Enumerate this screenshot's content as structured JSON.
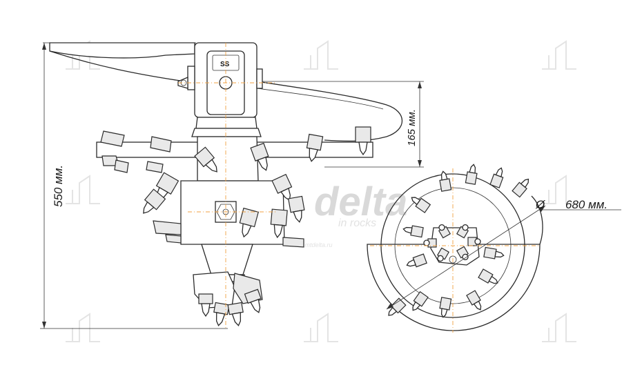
{
  "dimensions": {
    "height_total": "550 мм.",
    "height_top": "165 мм.",
    "diameter_symbol": "Ø",
    "diameter_value": "680 мм."
  },
  "labels": {
    "model_mark": "SS"
  },
  "watermark": {
    "brand": "delta",
    "tagline": "in rocks",
    "url": "www.mtdelta.ru"
  }
}
